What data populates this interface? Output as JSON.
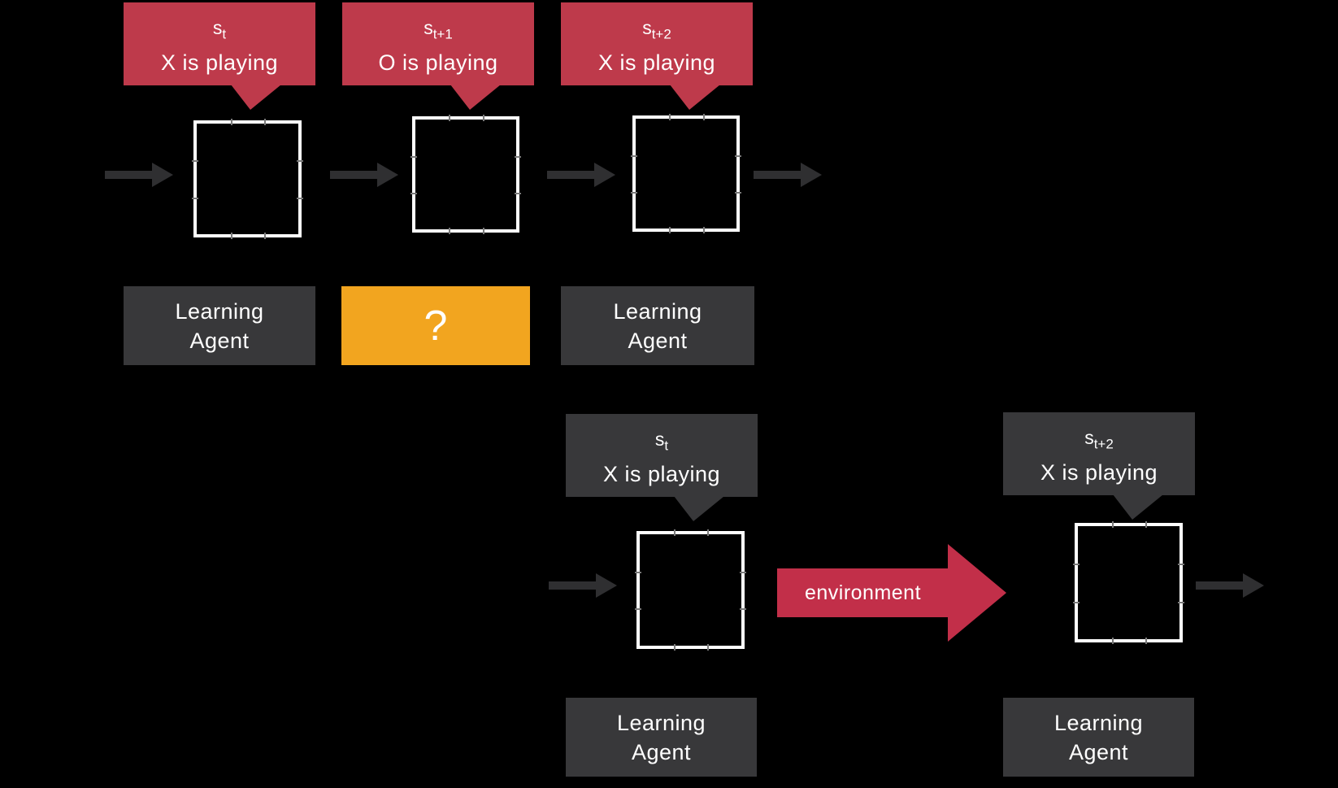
{
  "colors": {
    "background": "#000000",
    "bubble_red": "#BE3A4B",
    "env_arrow_red": "#C22F49",
    "panel_dark": "#38383A",
    "accent_orange": "#F2A51F",
    "flow_arrow": "#2F2F31",
    "text": "#FFFFFF",
    "board_border": "#FFFFFF",
    "grid_tick": "#7A7A7A"
  },
  "icons": {
    "flow_arrow": "right-arrow",
    "environment_arrow": "right-block-arrow",
    "bubble_tail": "down-pointer-wedge"
  },
  "top_row": {
    "state_bubbles": [
      {
        "symbol": "s",
        "subscript": "t",
        "caption": "X is playing"
      },
      {
        "symbol": "s",
        "subscript": "t+1",
        "caption": "O is playing"
      },
      {
        "symbol": "s",
        "subscript": "t+2",
        "caption": "X is playing"
      }
    ],
    "boards": [
      {
        "description": "empty tic-tac-toe board"
      },
      {
        "description": "empty tic-tac-toe board"
      },
      {
        "description": "empty tic-tac-toe board"
      }
    ],
    "agent_boxes": [
      {
        "line1": "Learning",
        "line2": "Agent"
      },
      {
        "question_mark": "?"
      },
      {
        "line1": "Learning",
        "line2": "Agent"
      }
    ]
  },
  "bottom_row": {
    "state_bubbles": [
      {
        "symbol": "s",
        "subscript": "t",
        "caption": "X is playing"
      },
      {
        "symbol": "s",
        "subscript": "t+2",
        "caption": "X is playing"
      }
    ],
    "boards": [
      {
        "description": "empty tic-tac-toe board"
      },
      {
        "description": "empty tic-tac-toe board"
      }
    ],
    "environment_arrow_label": "environment",
    "agent_boxes": [
      {
        "line1": "Learning",
        "line2": "Agent"
      },
      {
        "line1": "Learning",
        "line2": "Agent"
      }
    ]
  }
}
